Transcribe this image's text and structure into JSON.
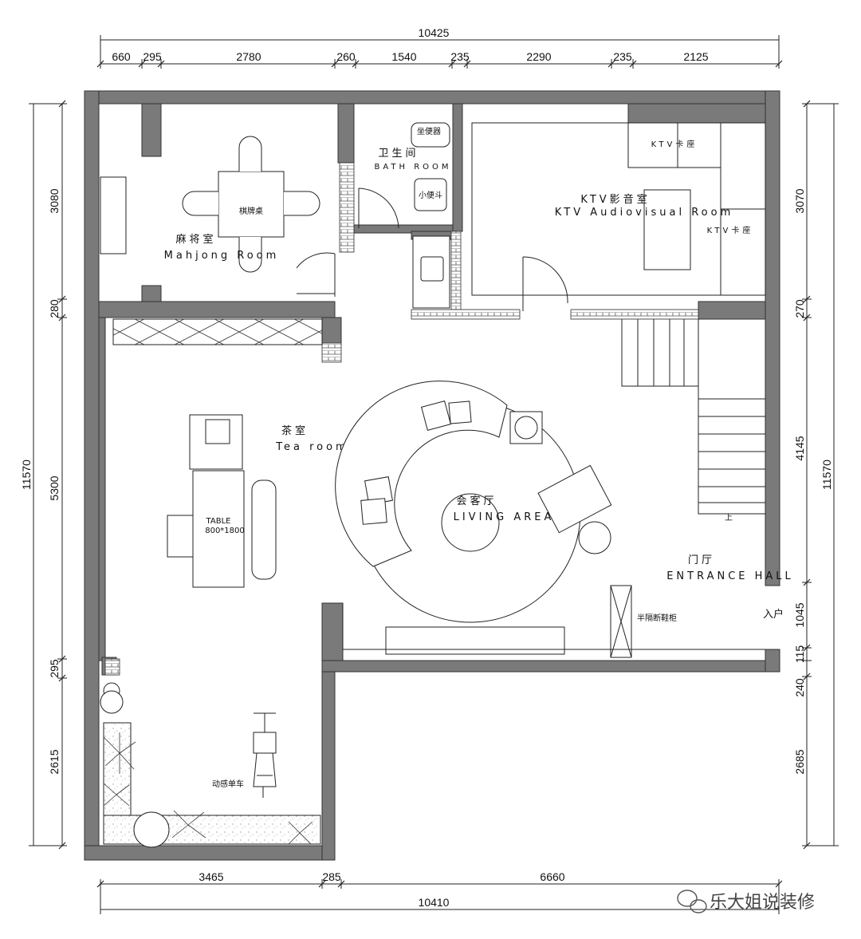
{
  "dimensions": {
    "top_total": "10425",
    "top_segments": [
      "660",
      "295",
      "2780",
      "260",
      "1540",
      "235",
      "2290",
      "235",
      "2125"
    ],
    "bottom_segments": [
      "3465",
      "285",
      "6660"
    ],
    "bottom_total": "10410",
    "left_total": "11570",
    "left_segments": [
      "3080",
      "280",
      "5300",
      "295",
      "2615"
    ],
    "right_total": "11570",
    "right_segments": [
      "3070",
      "270",
      "4145",
      "1045",
      "115",
      "240",
      "2685"
    ]
  },
  "rooms": {
    "mahjong": {
      "cn": "麻将室",
      "en": "Mahjong Room",
      "table": "棋牌桌"
    },
    "bath": {
      "cn": "卫生间",
      "en": "BATH ROOM",
      "toilet": "坐便器",
      "urinal": "小便斗"
    },
    "ktv": {
      "cn": "KTV影音室",
      "en": "KTV Audiovisual Room",
      "seat_top": "KTV卡座",
      "seat_right": "KTV卡座"
    },
    "tea": {
      "cn": "茶室",
      "en": "Tea room",
      "table_line1": "TABLE",
      "table_line2": "800*1800"
    },
    "living": {
      "cn": "会客厅",
      "en": "LIVING AREA"
    },
    "entrance": {
      "cn": "门厅",
      "en": "ENTRANCE HALL",
      "entry": "入户",
      "cabinet": "半隔断鞋柜",
      "stairs_up": "上"
    },
    "gym": {
      "bike": "动感单车"
    }
  },
  "watermark": {
    "text": "乐大姐说装修",
    "icon": "wechat-icon"
  }
}
